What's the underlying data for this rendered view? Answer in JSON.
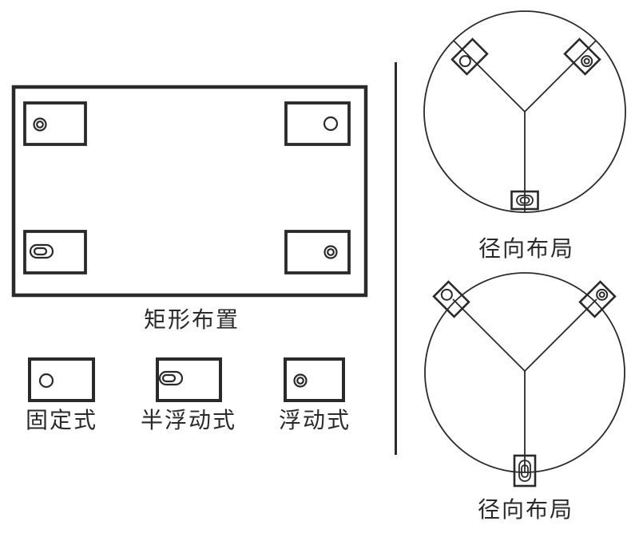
{
  "diagram": {
    "title_implicit": "engine mount arrangement diagram",
    "background_color": "#ffffff",
    "stroke_color": "#2a2a2a",
    "rectangular_layout": {
      "label": "矩形布置",
      "mounts": [
        {
          "position": "top-left",
          "type": "floating",
          "icon": "floating-mount-icon"
        },
        {
          "position": "top-right",
          "type": "fixed",
          "icon": "fixed-mount-icon"
        },
        {
          "position": "bottom-left",
          "type": "semi-floating",
          "icon": "semi-floating-mount-icon"
        },
        {
          "position": "bottom-right",
          "type": "floating",
          "icon": "floating-mount-icon"
        }
      ]
    },
    "legend": {
      "items": [
        {
          "label": "固定式",
          "type": "fixed",
          "icon": "fixed-mount-icon"
        },
        {
          "label": "半浮动式",
          "type": "semi-floating",
          "icon": "semi-floating-mount-icon"
        },
        {
          "label": "浮动式",
          "type": "floating",
          "icon": "floating-mount-icon"
        }
      ]
    },
    "radial_layouts": [
      {
        "label": "径向布局",
        "variant": "mounts inside rim, slot tangential",
        "mounts": [
          {
            "position": "upper-left",
            "type": "fixed",
            "icon": "fixed-mount-icon"
          },
          {
            "position": "upper-right",
            "type": "floating",
            "icon": "floating-mount-icon"
          },
          {
            "position": "bottom",
            "type": "semi-floating",
            "slot_orientation": "horizontal",
            "icon": "semi-floating-mount-icon"
          }
        ]
      },
      {
        "label": "径向布局",
        "variant": "mounts on rim, slot radial",
        "mounts": [
          {
            "position": "upper-left",
            "type": "fixed",
            "icon": "fixed-mount-icon"
          },
          {
            "position": "upper-right",
            "type": "floating",
            "icon": "floating-mount-icon"
          },
          {
            "position": "bottom",
            "type": "semi-floating",
            "slot_orientation": "vertical",
            "icon": "semi-floating-mount-icon"
          }
        ]
      }
    ]
  }
}
